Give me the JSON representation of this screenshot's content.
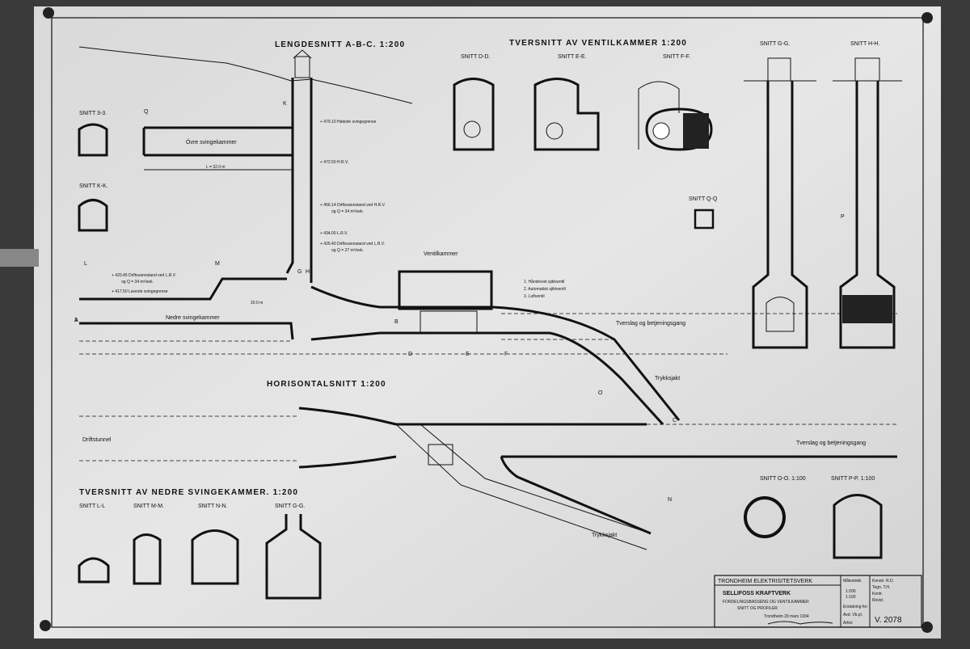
{
  "titles": {
    "longitudinal": "LENGDESNITT A-B-C. 1:200",
    "valve_sections": "TVERSNITT AV VENTILKAMMER 1:200",
    "horizontal": "HORISONTALSNITT 1:200",
    "lower_chamber_sections": "TVERSNITT AV NEDRE SVINGEKAMMER. 1:200"
  },
  "sections": {
    "s33": "SNITT 3-3.",
    "skk": "SNITT K-K.",
    "sdd": "SNITT D-D.",
    "see": "SNITT E-E.",
    "sff": "SNITT F-F.",
    "sgg_top": "SNITT G-G.",
    "shh": "SNITT H-H.",
    "sqq": "SNITT Q-Q",
    "sll": "SNITT L-L",
    "smm": "SNITT M-M.",
    "snn": "SNITT N-N.",
    "sgg_bottom": "SNITT G-G.",
    "soo": "SNITT O-O. 1:100",
    "spp": "SNITT P-P. 1:100"
  },
  "labels": {
    "upper_chamber": "Övre svingekammer",
    "lower_chamber": "Nedre svingekammer",
    "valve_chamber": "Ventilkammer",
    "access_tunnel": "Tverslag og betjeningsgang",
    "access_tunnel_2": "Tverslag og betjeningsgang",
    "penstock": "Trykksjakt",
    "penstock_2": "Trykksjakt",
    "tailrace": "Driftstunnel",
    "length_upper": "L = 32.0 m",
    "length_lower": "20.0 m",
    "valve1": "1. Håndrevet sjiktventil",
    "valve2": "2. Automatisk sjiktventil",
    "valve3": "3. Luftventil",
    "lvl_max": "+ 479.10 Høieste svingegrense",
    "lvl_hrv": "+ 472.50 H.R.V.",
    "lvl_drift_hrv": "+ 456.14 Driftsvannstand ved H.R.V.",
    "lvl_drift_hrv_q": "og Q = 34 m³/sek.",
    "lvl_lrv": "+ 434.00 L.R.V.",
    "lvl_drift_lrv": "+ 426.40 Driftsvannstand ved L.R.V.",
    "lvl_drift_lrv_q": "og Q = 27 m³/sek.",
    "lvl_drift_low": "+ 420.45 Driftsvannstand ved L.R.V",
    "lvl_drift_low_q": "og Q = 34 m³/sek.",
    "lvl_min": "+ 417.50 Laveste svingegrense"
  },
  "markers": [
    "A",
    "B",
    "C",
    "D",
    "E",
    "F",
    "G",
    "H",
    "K",
    "L",
    "M",
    "N",
    "O",
    "P",
    "Q",
    "3"
  ],
  "title_block": {
    "org": "TRONDHEIM ELEKTRISITETSVERK",
    "plant": "SELLIFOSS KRAFTVERK",
    "desc1": "FORDELINGSBASSENG OG VENTILKAMMER",
    "desc2": "SNITT OG PROFILER",
    "place_date": "Trondheim 29 mars 1934",
    "scale_label": "Målestokk",
    "scale1": "1:200",
    "scale2": "1:100",
    "konstr": "Konstr. R.D.",
    "tegn": "Tegn. T.H.",
    "kontr": "Kontr.",
    "revid": "Revid.",
    "erstatning": "Erstatning for:",
    "avd": "Avd. Vb.pl.",
    "arkiv": "Arkiv:",
    "drawing_no": "V. 2078"
  }
}
